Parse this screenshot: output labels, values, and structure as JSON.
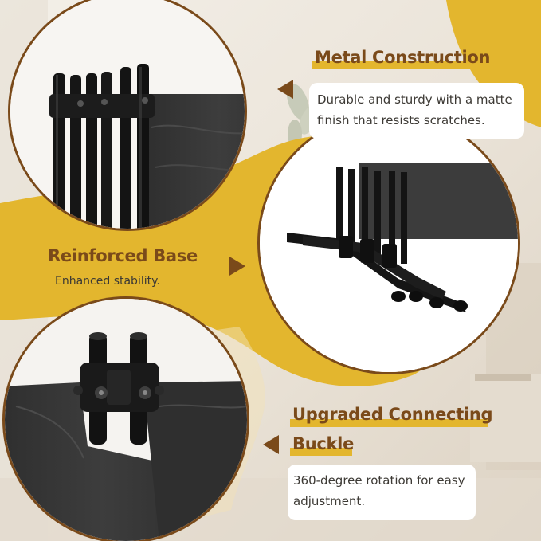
{
  "features": {
    "metal": {
      "title": "Metal Construction",
      "description": "Durable and sturdy with a matte finish that resists scratches."
    },
    "base": {
      "title": "Reinforced Base",
      "description": "Enhanced stability."
    },
    "buckle": {
      "title_line1": "Upgraded Connecting",
      "title_line2": "Buckle",
      "description": "360-degree rotation for easy adjustment."
    }
  },
  "colors": {
    "accent_gold": "#e3b62e",
    "title_brown": "#7a4a1a",
    "frame_black": "#141414",
    "fabric_gray": "#3a3a3a",
    "background_cream": "#ece6dc"
  },
  "icons": {
    "metal_pointer": "triangle-left-icon",
    "base_pointer": "triangle-right-icon",
    "buckle_pointer": "triangle-left-icon"
  }
}
